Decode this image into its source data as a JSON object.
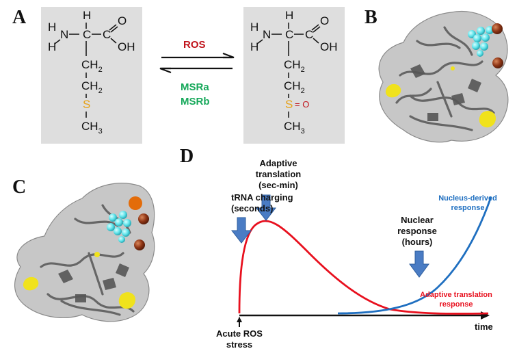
{
  "panels": {
    "a": "A",
    "b": "B",
    "c": "C",
    "d": "D"
  },
  "reaction": {
    "forward_label": "ROS",
    "reverse_label_1": "MSRa",
    "reverse_label_2": "MSRb",
    "forward_color": "#c0141c",
    "reverse_color": "#16a85a"
  },
  "molecule": {
    "h": "H",
    "n": "N",
    "c": "C",
    "o": "O",
    "oh": "OH",
    "ch": "CH",
    "sub2": "2",
    "sub3": "3",
    "s": "S",
    "dash": "–",
    "sulfoxide_o": "= O",
    "sulfur_color": "#e6a117",
    "oxide_color": "#c0141c"
  },
  "timeline": {
    "trna": [
      "tRNA charging",
      "(seconds)"
    ],
    "adaptive": [
      "Adaptive",
      "translation",
      "(sec-min)"
    ],
    "nuclear": [
      "Nuclear",
      "response",
      "(hours)"
    ],
    "stress": [
      "Acute ROS",
      "stress"
    ],
    "time_label": "time",
    "nucleus_curve_label": [
      "Nucleus-derived",
      "response"
    ],
    "adaptive_curve_label": [
      "Adaptive translation",
      "response"
    ],
    "adaptive_color": "#e8101e",
    "nucleus_color": "#1f6fc0",
    "arrow_color": "#3d74c0"
  }
}
